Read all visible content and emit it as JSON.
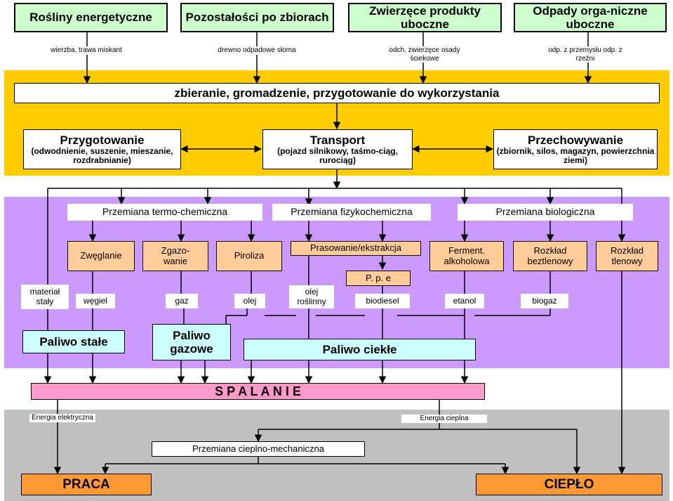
{
  "sources": [
    {
      "label": "Rośliny energetyczne",
      "note": "wierzba, trawa miskant"
    },
    {
      "label": "Pozostałości po zbiorach",
      "note": "drewno odpadowe słoma"
    },
    {
      "label": "Zwierzęce produkty uboczne",
      "note": "odch. zwierzęce osady ściekowe"
    },
    {
      "label": "Odpady orga-niczne uboczne",
      "note": "odp. z przemysłu odp. z rzeźni"
    }
  ],
  "logistics": {
    "main": "zbieranie, gromadzenie, przygotowanie do wykorzystania",
    "prep_title": "Przygotowanie",
    "prep_sub": "(odwodnienie, suszenie, mieszanie, rozdrabnianie)",
    "transport_title": "Transport",
    "transport_sub": "(pojazd silnikowy, taśmo-ciąg, rurociąg)",
    "storage_title": "Przechowywanie",
    "storage_sub": "(zbiornik, silos, magazyn, powierzchnia ziemi)"
  },
  "conversion": {
    "categories": [
      "Przemiana termo-chemiczna",
      "Przemiana fizykochemiczna",
      "Przemiana biologiczna"
    ],
    "processes": {
      "zweglanie": "Zwęglanie",
      "zgazowanie": "Zgazo-wanie",
      "piroliza": "Piroliza",
      "prasowanie": "Prasowanie/ekstrakcja",
      "ppe": "P. p. e",
      "ferment": "Ferment. alkoholowa",
      "beztlenowy": "Rozkład beztlenowy",
      "tlenowy": "Rozkład tlenowy"
    },
    "products": {
      "material": "materiał stały",
      "wegiel": "węgiel",
      "gaz": "gaz",
      "olej": "olej",
      "olej_roslinny": "olej roślinny",
      "biodiesel": "biodiesel",
      "etanol": "etanol",
      "biogaz": "biogaz"
    },
    "fuels": {
      "stale": "Paliwo stałe",
      "gazowe": "Paliwo gazowe",
      "ciekle": "Paliwo ciekłe"
    }
  },
  "use": {
    "spalanie": "S P A L A N I E",
    "energia_el": "Energia elektryczna",
    "energia_ciepl": "Energia cieplna",
    "przemiana": "Przemiana cieplno-mechaniczna",
    "praca": "PRACA",
    "cieplo": "CIEPŁO"
  },
  "colors": {
    "source_fill": "#ccffcc",
    "logistics_band": "#ffcc00",
    "conversion_band": "#cc99ff",
    "use_band": "#c0c0c0",
    "process_fill": "#ffcc99",
    "fuel_fill": "#ccffff",
    "combustion_fill": "#ff99cc",
    "output_fill": "#ff9933"
  }
}
